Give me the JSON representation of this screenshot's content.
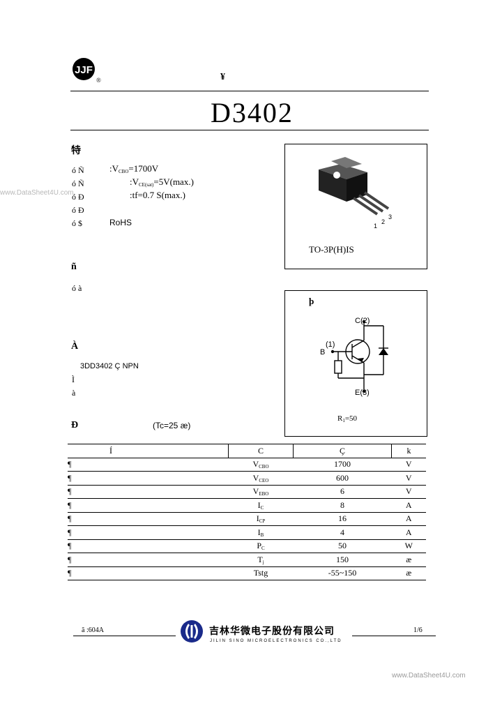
{
  "header": {
    "logo_text": "JJF",
    "registered_mark": "®",
    "title_glyph": "¥"
  },
  "part_number": "D3402",
  "features": {
    "heading": "特",
    "items": [
      {
        "bullet": "ó",
        "label": "Ñ",
        "value": ":V",
        "sub": "CBO",
        "tail": "=1700V"
      },
      {
        "bullet": "ó",
        "label": "Ñ",
        "value": ":V",
        "sub": "CE(sat)",
        "tail": "=5V(max.)"
      },
      {
        "bullet": "ó",
        "label": "Ð",
        "value": ":tf=0.7",
        "sub": "",
        "tail": "S(max.)"
      },
      {
        "bullet": "ó",
        "label": "Ð",
        "value": "",
        "sub": "",
        "tail": ""
      },
      {
        "bullet": "ó",
        "label": "$",
        "value": "RoHS",
        "sub": "",
        "tail": ""
      }
    ]
  },
  "package": {
    "pins": [
      "1",
      "2",
      "3"
    ],
    "name": "TO-3P(H)IS"
  },
  "applications": {
    "heading": "ñ",
    "item": "à"
  },
  "description": {
    "heading": "À",
    "line1": "3DD3402",
    "line1b": "NPN",
    "line2": "",
    "line3": ""
  },
  "schematic": {
    "heading": "þ",
    "collector": "C",
    "collector_pin": "(2)",
    "base": "B",
    "base_pin": "(1)",
    "emitter": "E",
    "emitter_pin": "(3)",
    "note": "R",
    "note_sub": "1",
    "note_tail": "=50"
  },
  "ratings": {
    "heading": "Ð",
    "condition": "(Tc=25",
    "condition_tail": ")",
    "columns": [
      "Í",
      "C",
      "Ç",
      "k"
    ],
    "rows": [
      {
        "param": "¶",
        "sym": "V",
        "sub": "CBO",
        "value": "1700",
        "unit": "V"
      },
      {
        "param": "¶",
        "sym": "V",
        "sub": "CEO",
        "value": "600",
        "unit": "V"
      },
      {
        "param": "¶",
        "sym": "V",
        "sub": "EBO",
        "value": "6",
        "unit": "V"
      },
      {
        "param": "¶",
        "sym": "I",
        "sub": "C",
        "value": "8",
        "unit": "A"
      },
      {
        "param": "¶",
        "sym": "I",
        "sub": "CP",
        "value": "16",
        "unit": "A"
      },
      {
        "param": "¶",
        "sym": "I",
        "sub": "B",
        "value": "4",
        "unit": "A"
      },
      {
        "param": "¶",
        "sym": "P",
        "sub": "C",
        "value": "50",
        "unit": "W"
      },
      {
        "param": "¶",
        "sym": "T",
        "sub": "j",
        "value": "150",
        "unit": "æ"
      },
      {
        "param": "¶",
        "sym": "Tstg",
        "sub": "",
        "value": "-55~150",
        "unit": "æ"
      }
    ]
  },
  "footer": {
    "doc_no": "ã :604A",
    "company_cn": "吉林华微电子股份有限公司",
    "company_en": "JILIN SINO MICROELECTRONICS CO.,LTD",
    "page": "1/6",
    "watermark_left": "www.DataSheet4U.com",
    "watermark_bottom": "www.DataSheet4U.com"
  }
}
